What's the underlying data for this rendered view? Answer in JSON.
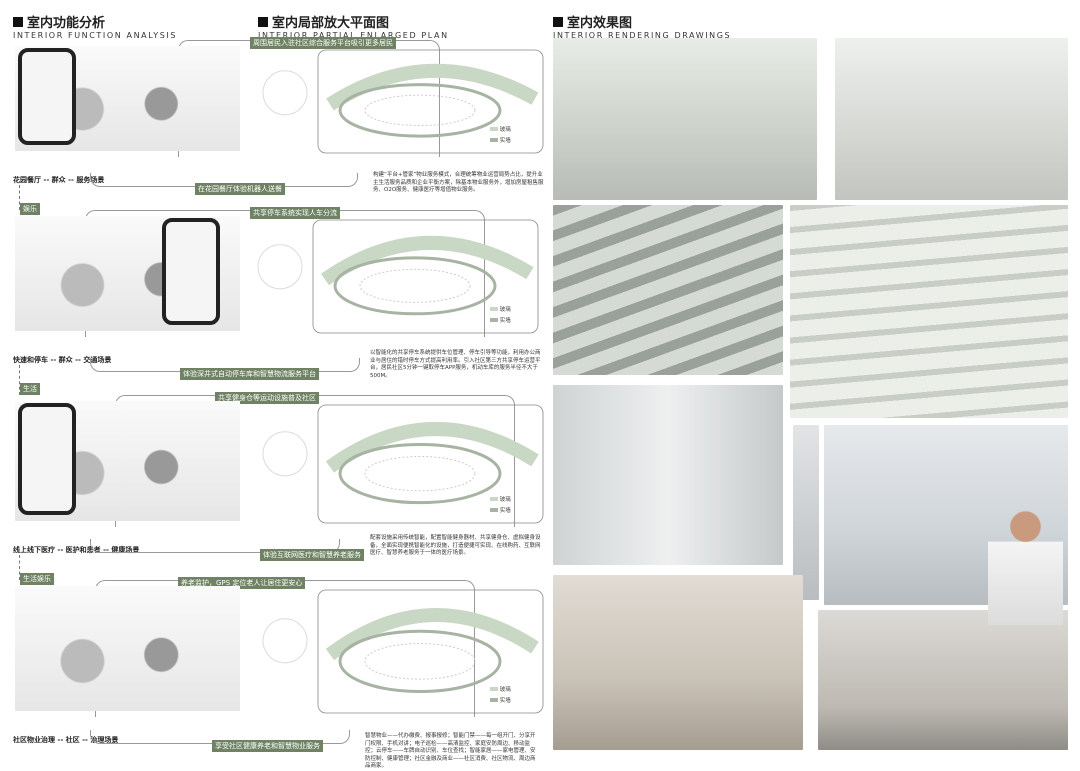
{
  "sections": {
    "function": {
      "title": "室内功能分析",
      "subtitle": "Interior function analysis"
    },
    "plan": {
      "title": "室内局部放大平面图",
      "subtitle": "Interior partial enlarged plan"
    },
    "rendering": {
      "title": "室内效果图",
      "subtitle": "Interior rendering drawings"
    }
  },
  "legend": {
    "glass": "玻璃",
    "wall": "实墙"
  },
  "legend_colors": {
    "glass": "#c9d8c4",
    "wall": "#a7b3a3"
  },
  "accent": "#6f8364",
  "rows": [
    {
      "scene": "花园餐厅 -- 群众 -- 服务场景",
      "top_banner": "周围居民入驻社区综合服务平台吸引更多居民",
      "bottom_banner": "在花园餐厅体验机器人送餐",
      "description": "构建“平台+管家”物业服务模式，合理统筹物业运营局势占比，提升业主生活服务品质和企业平衡方案，除基本物业服务外，增加房屋租售服务、O2O服务、健康医疗等增值物业服务。",
      "tag": "娱乐"
    },
    {
      "scene": "快速和停车 -- 群众 -- 交通场景",
      "top_banner": "共享停车系统实现人车分流",
      "bottom_banner": "体验深井式自动停车库和智慧物流服务平台",
      "description": "以智能化的共享停车系统提供车位管理、停车引导等功能，利用办公商业与居住的错时停车方式提高利用率。引入社区第三方共享停车运营平台，居民社区5分钟一键取停车APP服务，机动车库的服务半径不大于500M。",
      "tag": "生活"
    },
    {
      "scene": "线上线下医疗 -- 医护和患者 -- 健康场景",
      "top_banner": "共享健身仓等运动设施普及社区",
      "bottom_banner": "体验互联网医疗和智慧养老服务",
      "description": "配套设施采用传统智能，配置智能健身器材、共享健身仓、虚拟健身设备，全面实现便携智能化的设施，打造便捷可实现、在线购药、互联网医疗、智慧养老服务于一体的医疗场景。",
      "tag": "生活娱乐"
    },
    {
      "scene": "社区物业治理 -- 社区 -- 治理场景",
      "top_banner": "养老监护，GPS 定位老人让居住更安心",
      "bottom_banner": "享受社区健康养老和智慧物业服务",
      "description": "智慧物业——代办缴费、报事报修；智能门禁——每一组开门、分享开门权限、手机对讲；电子巡检——高清监控、家庭安防周边、移动监控；云停车——车牌自动识别、车位查找；智能家居——家电管理、安防控制、健康管理；社区金融及商业——社区消费、社区物流、周边商品商家。"
    }
  ]
}
